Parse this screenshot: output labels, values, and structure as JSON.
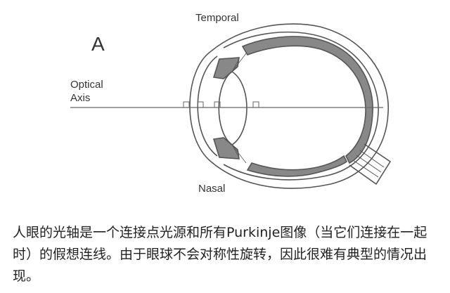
{
  "diagram": {
    "panel_letter": "A",
    "labels": {
      "temporal": "Temporal",
      "nasal": "Nasal",
      "optical_axis_line1": "Optical",
      "optical_axis_line2": "Axis"
    }
  },
  "caption": "人眼的光轴是一个连接点光源和所有Purkinje图像（当它们连接在一起时）的假想连线。由于眼球不会对称性旋转，因此很难有典型的情况出现。"
}
